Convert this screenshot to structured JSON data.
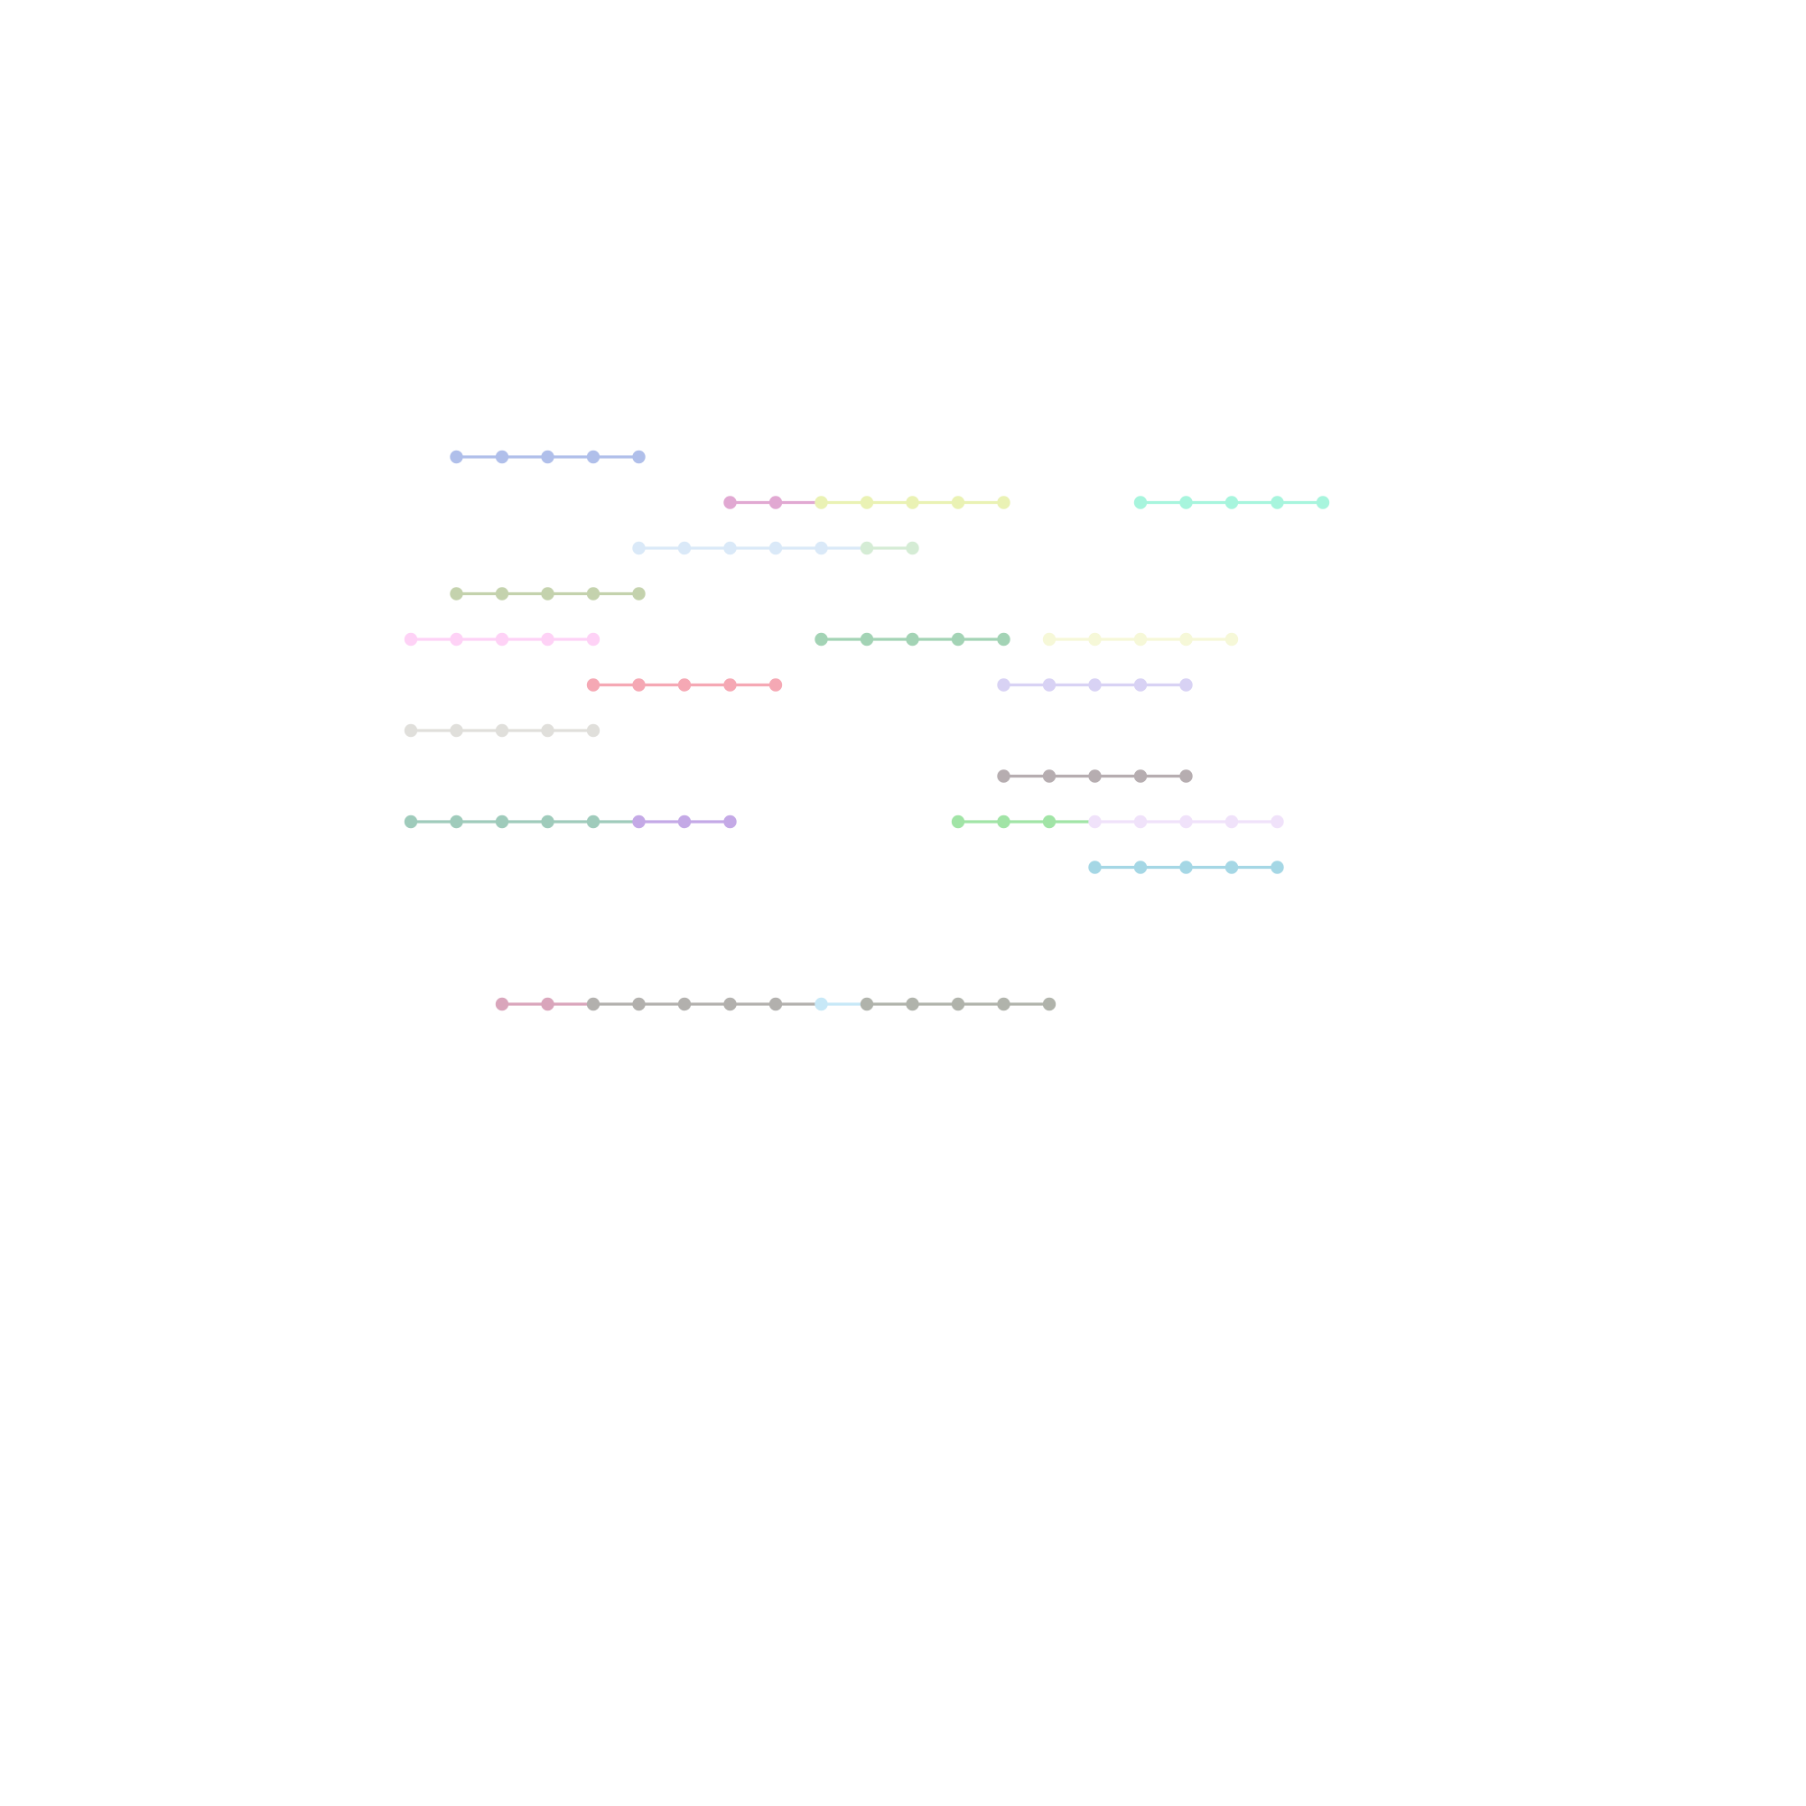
{
  "diagram": {
    "kind": "dot-chain diagram (horizontal chains of colored nodes joined by links)",
    "background": "#ffffff",
    "chains": [
      {
        "row": 0,
        "start": 1,
        "colors": [
          "#b0bfea",
          "#b0bfea",
          "#b0bfea",
          "#b0bfea",
          "#b0bfea"
        ]
      },
      {
        "row": 1,
        "start": 7,
        "colors": [
          "#e1a8d2",
          "#e1a8d2",
          "#eaf2b4",
          "#eaf2b4",
          "#eaf2b4",
          "#eaf2b4",
          "#eaf2b4"
        ]
      },
      {
        "row": 1,
        "start": 16,
        "colors": [
          "#a7f5dd",
          "#a7f5dd",
          "#a7f5dd",
          "#a7f5dd",
          "#a7f5dd"
        ]
      },
      {
        "row": 2,
        "start": 5,
        "colors": [
          "#dae9f8",
          "#dae9f8",
          "#dae9f8",
          "#dae9f8",
          "#dae9f8",
          "#d5ecd5",
          "#d5ecd5"
        ]
      },
      {
        "row": 3,
        "start": 1,
        "colors": [
          "#c4d2ad",
          "#c4d2ad",
          "#c4d2ad",
          "#c4d2ad",
          "#c4d2ad"
        ]
      },
      {
        "row": 4,
        "start": 0,
        "colors": [
          "#fed2f6",
          "#fed2f6",
          "#fed2f6",
          "#fed2f6",
          "#fed2f6"
        ]
      },
      {
        "row": 4,
        "start": 9,
        "colors": [
          "#a3d3b5",
          "#a3d3b5",
          "#a3d3b5",
          "#a3d3b5",
          "#a3d3b5"
        ]
      },
      {
        "row": 4,
        "start": 14,
        "colors": [
          "#f6f8d8",
          "#f6f8d8",
          "#f6f8d8",
          "#f6f8d8",
          "#f6f8d8"
        ]
      },
      {
        "row": 5,
        "start": 4,
        "colors": [
          "#f5a8b4",
          "#f5a8b4",
          "#f5a8b4",
          "#f5a8b4",
          "#f5a8b4"
        ]
      },
      {
        "row": 5,
        "start": 13,
        "colors": [
          "#d8d2f4",
          "#d8d2f4",
          "#d8d2f4",
          "#d8d2f4",
          "#d8d2f4"
        ]
      },
      {
        "row": 6,
        "start": 0,
        "colors": [
          "#e0dfdb",
          "#e0dfdb",
          "#e0dfdb",
          "#e0dfdb",
          "#e0dfdb"
        ]
      },
      {
        "row": 7,
        "start": 13,
        "colors": [
          "#b6adb0",
          "#b6adb0",
          "#b6adb0",
          "#b6adb0",
          "#b6adb0"
        ]
      },
      {
        "row": 8,
        "start": 0,
        "colors": [
          "#9fcbbb",
          "#9fcbbb",
          "#9fcbbb",
          "#9fcbbb",
          "#9fcbbb",
          "#c4a9e6",
          "#c4a9e6",
          "#c4a9e6"
        ]
      },
      {
        "row": 8,
        "start": 12,
        "colors": [
          "#a1e4a6",
          "#a1e4a6",
          "#a1e4a6",
          "#f0e2fa",
          "#f0e2fa",
          "#f0e2fa",
          "#f0e2fa",
          "#f0e2fa"
        ]
      },
      {
        "row": 9,
        "start": 15,
        "colors": [
          "#a5d7e5",
          "#a5d7e5",
          "#a5d7e5",
          "#a5d7e5",
          "#a5d7e5"
        ]
      },
      {
        "row": 12,
        "start": 2,
        "colors": [
          "#d9a5bb",
          "#d9a5bb",
          "#b2b0ad",
          "#b2b0ad",
          "#b2b0ad",
          "#b2b0ad",
          "#b2b0ad",
          "#c7e8f7",
          "#b0b3ab",
          "#b0b3ab",
          "#b0b3ab",
          "#b0b3ab",
          "#b0b3ab"
        ]
      }
    ]
  }
}
